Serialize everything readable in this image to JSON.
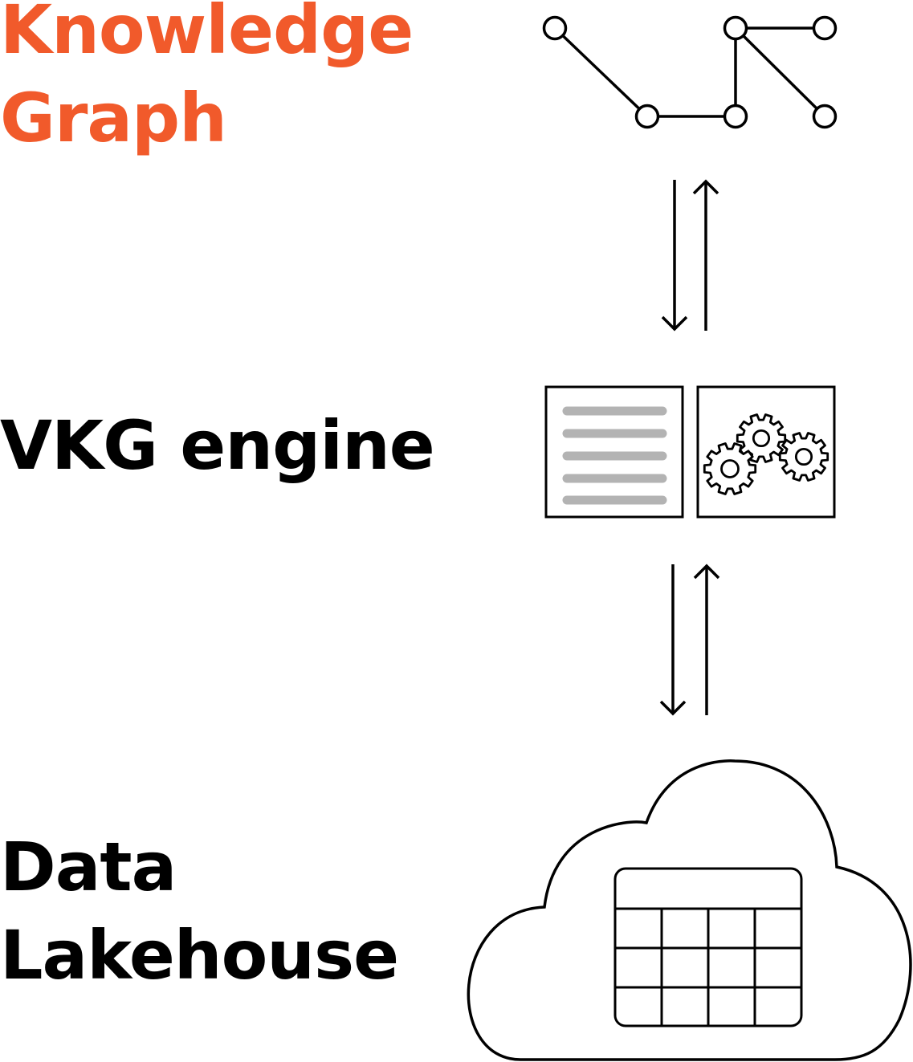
{
  "colors": {
    "accent": "#F15A2B",
    "text": "#000000",
    "stroke": "#000000",
    "doc_lines": "#B3B3B3"
  },
  "layers": {
    "knowledge_graph": {
      "line1": "Knowledge",
      "line2": "Graph",
      "icon": "graph-network-icon"
    },
    "vkg_engine": {
      "line1": "VKG engine",
      "icon": "engine-document-gears-icon"
    },
    "data_lakehouse": {
      "line1": "Data",
      "line2": "Lakehouse",
      "icon": "cloud-table-icon"
    }
  },
  "connectors": [
    {
      "between": [
        "Knowledge Graph",
        "VKG engine"
      ],
      "icon": "bidirectional-arrows-icon"
    },
    {
      "between": [
        "VKG engine",
        "Data Lakehouse"
      ],
      "icon": "bidirectional-arrows-icon"
    }
  ]
}
